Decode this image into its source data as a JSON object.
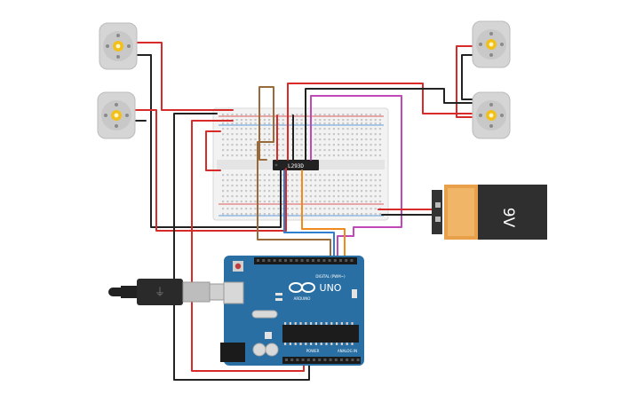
{
  "title": "",
  "battery": {
    "label": "9V",
    "body_color": "#2f2f2f",
    "cap_color": "#e8a04a"
  },
  "driver_chip": {
    "label": "L293D"
  },
  "arduino": {
    "board_color": "#2a6fa3",
    "model_label": "UNO",
    "brand_label": "ARDUINO",
    "digital_label": "DIGITAL (PWM~)",
    "power_label": "POWER",
    "analog_label": "ANALOG IN"
  },
  "motors": [
    {
      "name": "motor-top-left"
    },
    {
      "name": "motor-mid-left"
    },
    {
      "name": "motor-top-right"
    },
    {
      "name": "motor-mid-right"
    }
  ],
  "colors": {
    "red": "#d92a2a",
    "black": "#222222",
    "blue": "#2f7fd1",
    "orange": "#f08a1c",
    "brown": "#9a6b3a",
    "magenta": "#c048b8",
    "breadboard": "#f2f2f2"
  }
}
